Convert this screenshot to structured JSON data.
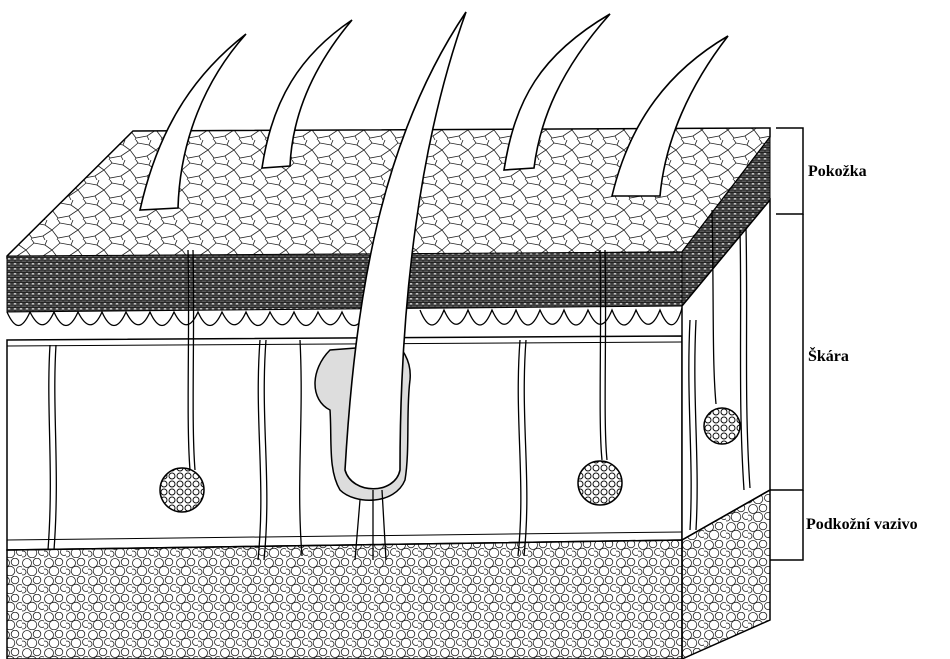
{
  "diagram": {
    "layers": [
      {
        "label": "Pokožka"
      },
      {
        "label": "Škára"
      },
      {
        "label": "Podkožní vazivo"
      }
    ]
  }
}
